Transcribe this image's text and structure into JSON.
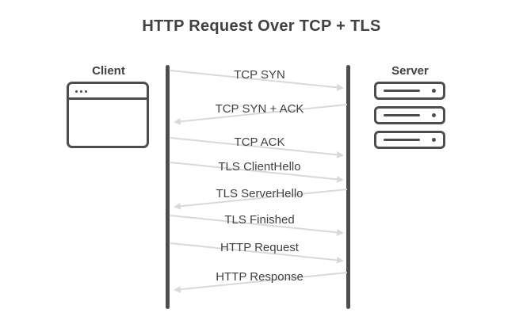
{
  "title": "HTTP Request Over TCP + TLS",
  "client": {
    "label": "Client"
  },
  "server": {
    "label": "Server"
  },
  "colors": {
    "text": "#414141",
    "icon_stroke": "#4d4d4d",
    "lifeline": "#4d4d4d",
    "arrow": "#d9d9d9"
  },
  "messages": [
    {
      "label": "TCP SYN",
      "direction": "right"
    },
    {
      "label": "TCP SYN + ACK",
      "direction": "left"
    },
    {
      "label": "TCP ACK",
      "direction": "right"
    },
    {
      "label": "TLS ClientHello",
      "direction": "right"
    },
    {
      "label": "TLS ServerHello",
      "direction": "left"
    },
    {
      "label": "TLS Finished",
      "direction": "right"
    },
    {
      "label": "HTTP Request",
      "direction": "right"
    },
    {
      "label": "HTTP Response",
      "direction": "left"
    }
  ]
}
